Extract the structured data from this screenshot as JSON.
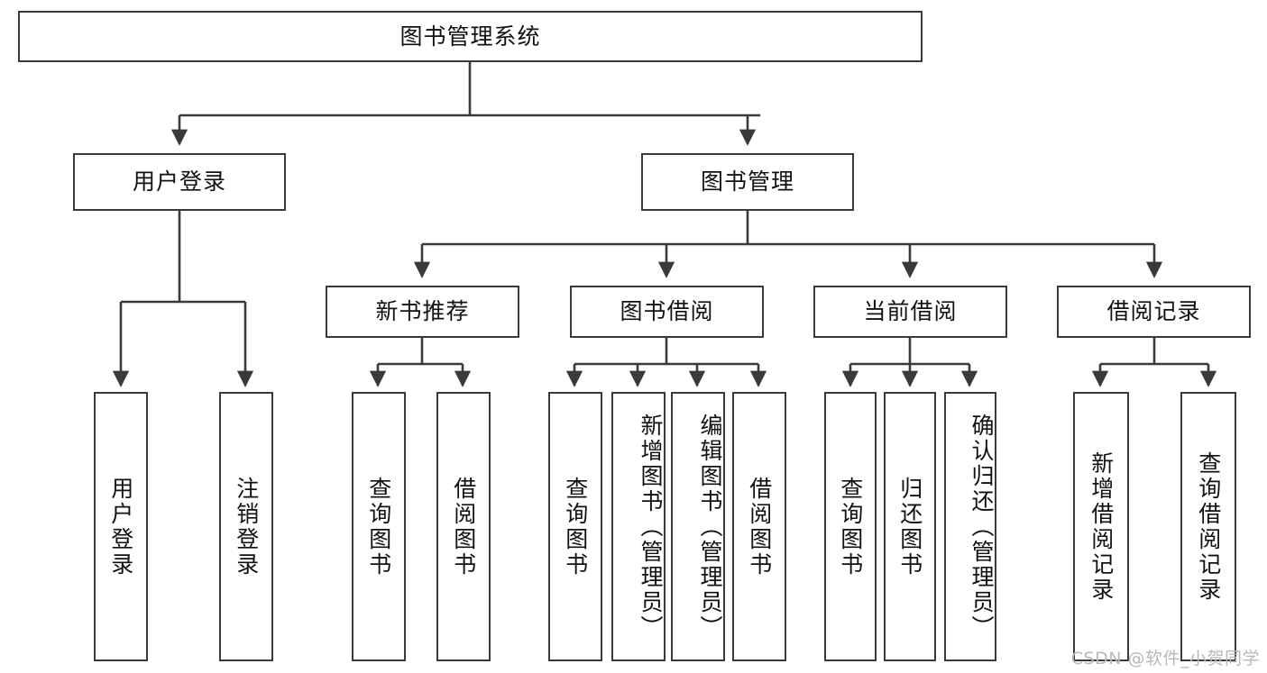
{
  "diagram": {
    "title": "图书管理系统",
    "type": "hierarchy-tree",
    "root": {
      "label": "图书管理系统"
    },
    "level2": [
      {
        "label": "用户登录"
      },
      {
        "label": "图书管理"
      }
    ],
    "level3": [
      {
        "label": "新书推荐"
      },
      {
        "label": "图书借阅"
      },
      {
        "label": "当前借阅"
      },
      {
        "label": "借阅记录"
      }
    ],
    "leaves": {
      "user_login": [
        "用户登录",
        "注销登录"
      ],
      "new_book": [
        "查询图书",
        "借阅图书"
      ],
      "book_borrow": [
        "查询图书",
        "新增图书（管理员）",
        "编辑图书（管理员）",
        "借阅图书"
      ],
      "current_borrow": [
        "查询图书",
        "归还图书",
        "确认归还（管理员）"
      ],
      "borrow_record": [
        "新增借阅记录",
        "查询借阅记录"
      ]
    }
  },
  "watermark": {
    "text": "CSDN @软件_小贺同学"
  },
  "colors": {
    "border": "#3a3a3a",
    "background": "#ffffff",
    "text": "#111111",
    "watermark": "#b9b9b9"
  }
}
